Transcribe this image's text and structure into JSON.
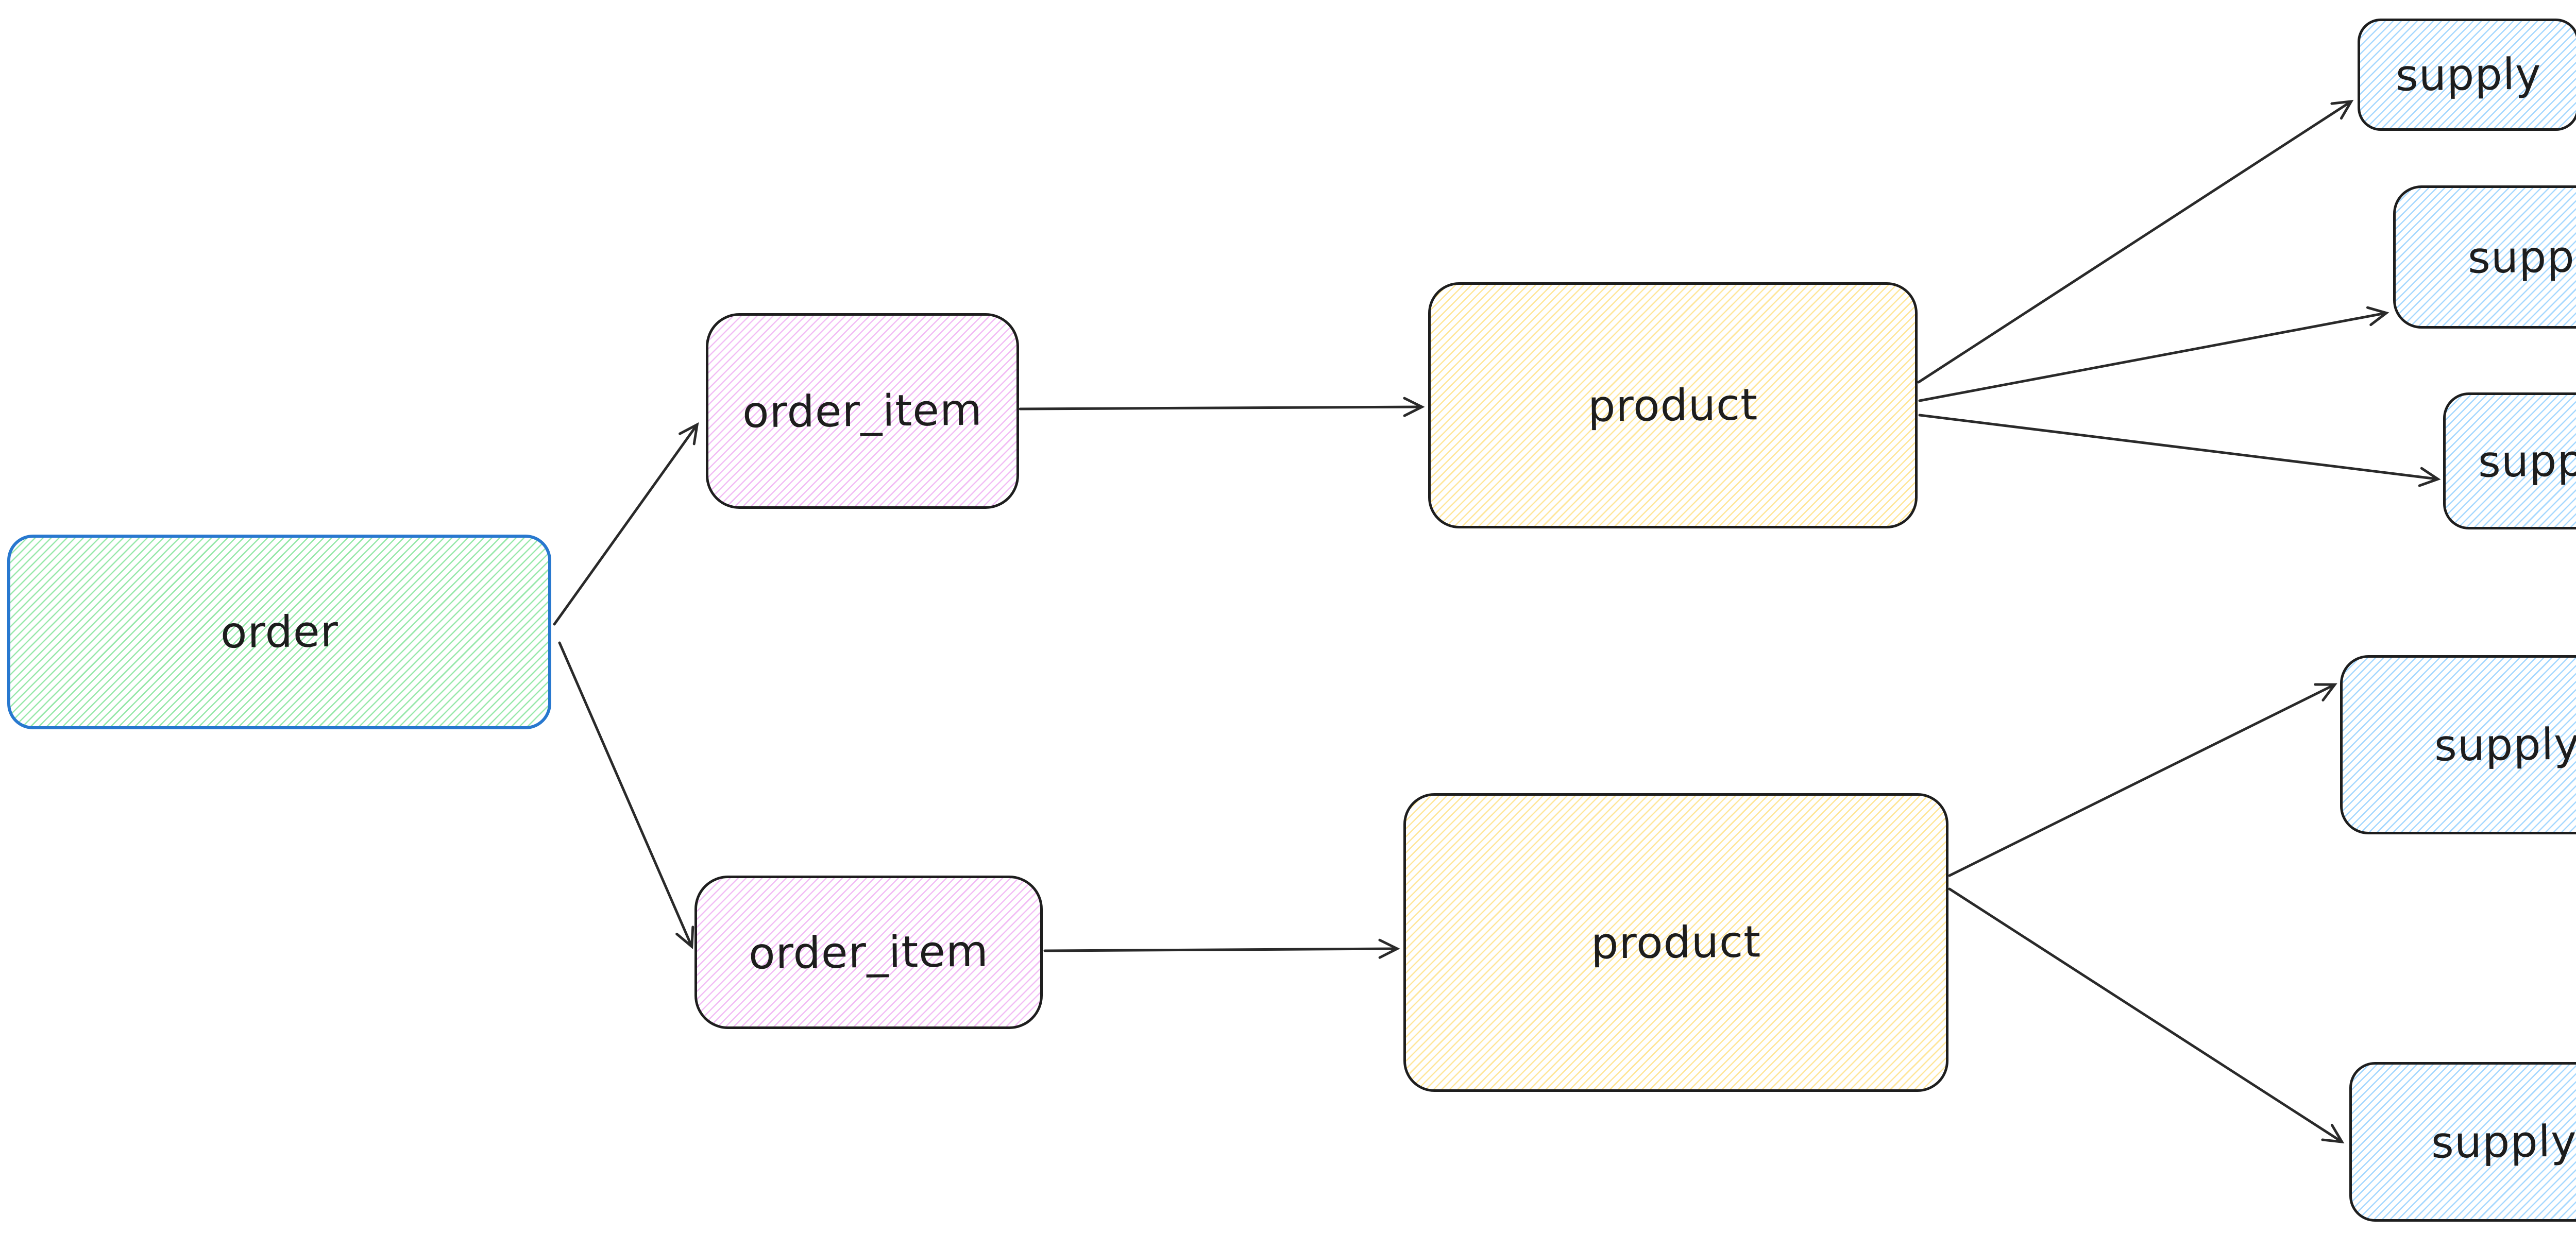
{
  "diagram": {
    "type": "flow-diagram",
    "nodes": {
      "order": {
        "label": "order",
        "palette": "green"
      },
      "order_item_top": {
        "label": "order_item",
        "palette": "pink"
      },
      "order_item_bottom": {
        "label": "order_item",
        "palette": "pink"
      },
      "product_top": {
        "label": "product",
        "palette": "yellow"
      },
      "product_bottom": {
        "label": "product",
        "palette": "yellow"
      },
      "supply_top_1": {
        "label": "supply",
        "palette": "blue"
      },
      "supply_top_2": {
        "label": "supply",
        "palette": "blue"
      },
      "supply_top_3": {
        "label": "supply",
        "palette": "blue"
      },
      "supply_bottom_1": {
        "label": "supply",
        "palette": "blue"
      },
      "supply_bottom_2": {
        "label": "supply",
        "palette": "blue"
      }
    },
    "edges": [
      {
        "from": "order",
        "to": "order_item_top"
      },
      {
        "from": "order",
        "to": "order_item_bottom"
      },
      {
        "from": "order_item_top",
        "to": "product_top"
      },
      {
        "from": "order_item_bottom",
        "to": "product_bottom"
      },
      {
        "from": "product_top",
        "to": "supply_top_1"
      },
      {
        "from": "product_top",
        "to": "supply_top_2"
      },
      {
        "from": "product_top",
        "to": "supply_top_3"
      },
      {
        "from": "product_bottom",
        "to": "supply_bottom_1"
      },
      {
        "from": "product_bottom",
        "to": "supply_bottom_2"
      }
    ],
    "colors": {
      "background": "#ffffff",
      "arrow_stroke": "#2a2a2a",
      "node_border_dark": "#1e1e1e",
      "order_border_blue": "#2878cf",
      "order_hatch_green": "#97e8aa",
      "order_item_hatch_pink": "#f2bdf5",
      "product_hatch_yellow": "#ffe699",
      "supply_hatch_blue": "#a5d8ff",
      "label_text": "#1d1d1d"
    }
  }
}
